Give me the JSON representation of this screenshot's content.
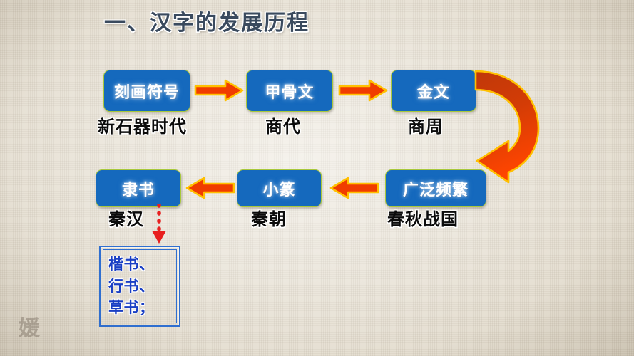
{
  "slide": {
    "title": "一、汉字的发展历程",
    "background_color": "#ded6c6",
    "watermark": "媛"
  },
  "theme": {
    "box_fill": "#1569bd",
    "box_border": "#a8c83c",
    "box_text": "#ffffff",
    "arrow_fill": "#f03c00",
    "arrow_outline": "#ffc000",
    "curved_arrow_dark": "#c0380a",
    "curved_arrow_light": "#ff4500",
    "era_text": "#0b0b0b",
    "title_text": "#3a4a5e",
    "script_box_border": "#2f6fd0",
    "script_box_text": "#1a3fc4",
    "dotted_arrow": "#e81f1f"
  },
  "flow": {
    "stages": [
      {
        "id": "stage-1",
        "label": "刻画符号",
        "era": "新石器时代"
      },
      {
        "id": "stage-2",
        "label": "甲骨文",
        "era": "商代"
      },
      {
        "id": "stage-3",
        "label": "金文",
        "era": "商周"
      },
      {
        "id": "stage-4",
        "label": "广泛频繁",
        "era": "春秋战国"
      },
      {
        "id": "stage-5",
        "label": "小篆",
        "era": "秦朝"
      },
      {
        "id": "stage-6",
        "label": "隶书",
        "era": "秦汉"
      }
    ],
    "connectors": [
      {
        "id": "arrow-1",
        "kind": "straight",
        "direction": "right",
        "from": "stage-1",
        "to": "stage-2"
      },
      {
        "id": "arrow-2",
        "kind": "straight",
        "direction": "right",
        "from": "stage-2",
        "to": "stage-3"
      },
      {
        "id": "arrow-3",
        "kind": "curved",
        "direction": "down-left",
        "from": "stage-3",
        "to": "stage-4"
      },
      {
        "id": "arrow-4",
        "kind": "straight",
        "direction": "left",
        "from": "stage-4",
        "to": "stage-5"
      },
      {
        "id": "arrow-5",
        "kind": "straight",
        "direction": "left",
        "from": "stage-5",
        "to": "stage-6"
      },
      {
        "id": "arrow-6",
        "kind": "dotted",
        "direction": "down",
        "from": "stage-6",
        "to": "script-box"
      }
    ]
  },
  "script_box": {
    "lines": [
      "楷书、",
      "行书、",
      "草书；"
    ]
  }
}
